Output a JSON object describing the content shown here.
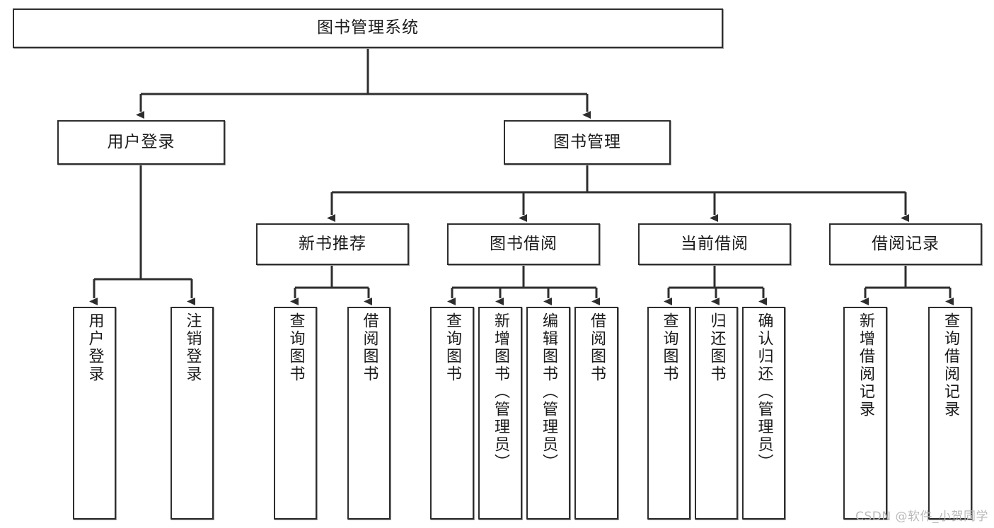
{
  "diagram": {
    "title": "图书管理系统",
    "type": "tree",
    "root": {
      "label": "图书管理系统"
    },
    "level1": [
      {
        "label": "用户登录"
      },
      {
        "label": "图书管理"
      }
    ],
    "level2": [
      {
        "label": "新书推荐"
      },
      {
        "label": "图书借阅"
      },
      {
        "label": "当前借阅"
      },
      {
        "label": "借阅记录"
      }
    ],
    "leaves": {
      "user_login": [
        {
          "label": "用户登录"
        },
        {
          "label": "注销登录"
        }
      ],
      "new_book_recommend": [
        {
          "label": "查询图书"
        },
        {
          "label": "借阅图书"
        }
      ],
      "book_borrow": [
        {
          "label": "查询图书"
        },
        {
          "label": "新增图书（管理员）"
        },
        {
          "label": "编辑图书（管理员）"
        },
        {
          "label": "借阅图书"
        }
      ],
      "current_borrow": [
        {
          "label": "查询图书"
        },
        {
          "label": "归还图书"
        },
        {
          "label": "确认归还（管理员）"
        }
      ],
      "borrow_record": [
        {
          "label": "新增借阅记录"
        },
        {
          "label": "查询借阅记录"
        }
      ]
    }
  },
  "watermark": {
    "text": "CSDN @软件_小贺同学"
  },
  "colors": {
    "stroke": "#2e2e2e",
    "fill": "#ffffff",
    "text": "#1b1b1b",
    "watermark": "#b9b9b9"
  }
}
